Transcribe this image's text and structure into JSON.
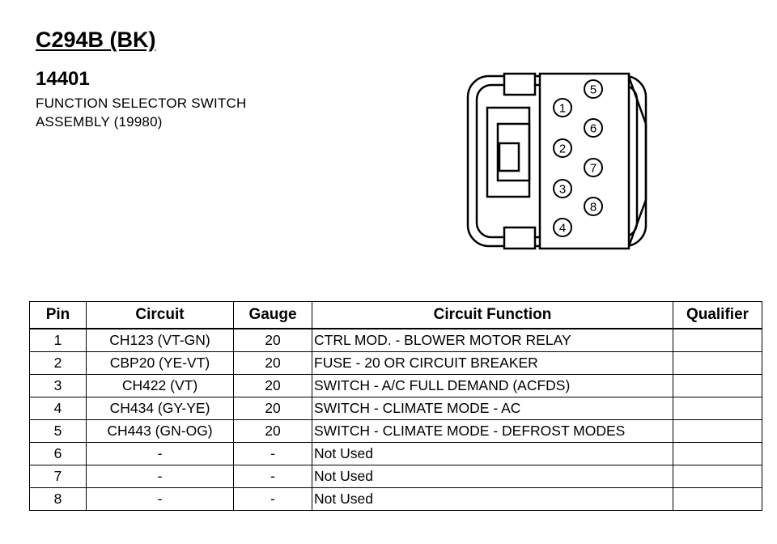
{
  "header": {
    "connector_id": "C294B (BK)",
    "part_number": "14401",
    "description_line1": "FUNCTION SELECTOR SWITCH",
    "description_line2": "ASSEMBLY (19980)"
  },
  "connector_diagram": {
    "pin_labels": [
      "1",
      "2",
      "3",
      "4",
      "5",
      "6",
      "7",
      "8"
    ]
  },
  "table": {
    "columns": [
      "Pin",
      "Circuit",
      "Gauge",
      "Circuit Function",
      "Qualifier"
    ],
    "rows": [
      {
        "pin": "1",
        "circuit": "CH123 (VT-GN)",
        "gauge": "20",
        "function": "CTRL MOD. - BLOWER MOTOR RELAY",
        "qualifier": ""
      },
      {
        "pin": "2",
        "circuit": "CBP20 (YE-VT)",
        "gauge": "20",
        "function": "FUSE - 20 OR CIRCUIT BREAKER",
        "qualifier": ""
      },
      {
        "pin": "3",
        "circuit": "CH422 (VT)",
        "gauge": "20",
        "function": "SWITCH - A/C FULL DEMAND (ACFDS)",
        "qualifier": ""
      },
      {
        "pin": "4",
        "circuit": "CH434 (GY-YE)",
        "gauge": "20",
        "function": "SWITCH - CLIMATE MODE - AC",
        "qualifier": ""
      },
      {
        "pin": "5",
        "circuit": "CH443 (GN-OG)",
        "gauge": "20",
        "function": "SWITCH - CLIMATE MODE - DEFROST MODES",
        "qualifier": ""
      },
      {
        "pin": "6",
        "circuit": "-",
        "gauge": "-",
        "function": "Not Used",
        "qualifier": ""
      },
      {
        "pin": "7",
        "circuit": "-",
        "gauge": "-",
        "function": "Not Used",
        "qualifier": ""
      },
      {
        "pin": "8",
        "circuit": "-",
        "gauge": "-",
        "function": "Not Used",
        "qualifier": ""
      }
    ]
  }
}
